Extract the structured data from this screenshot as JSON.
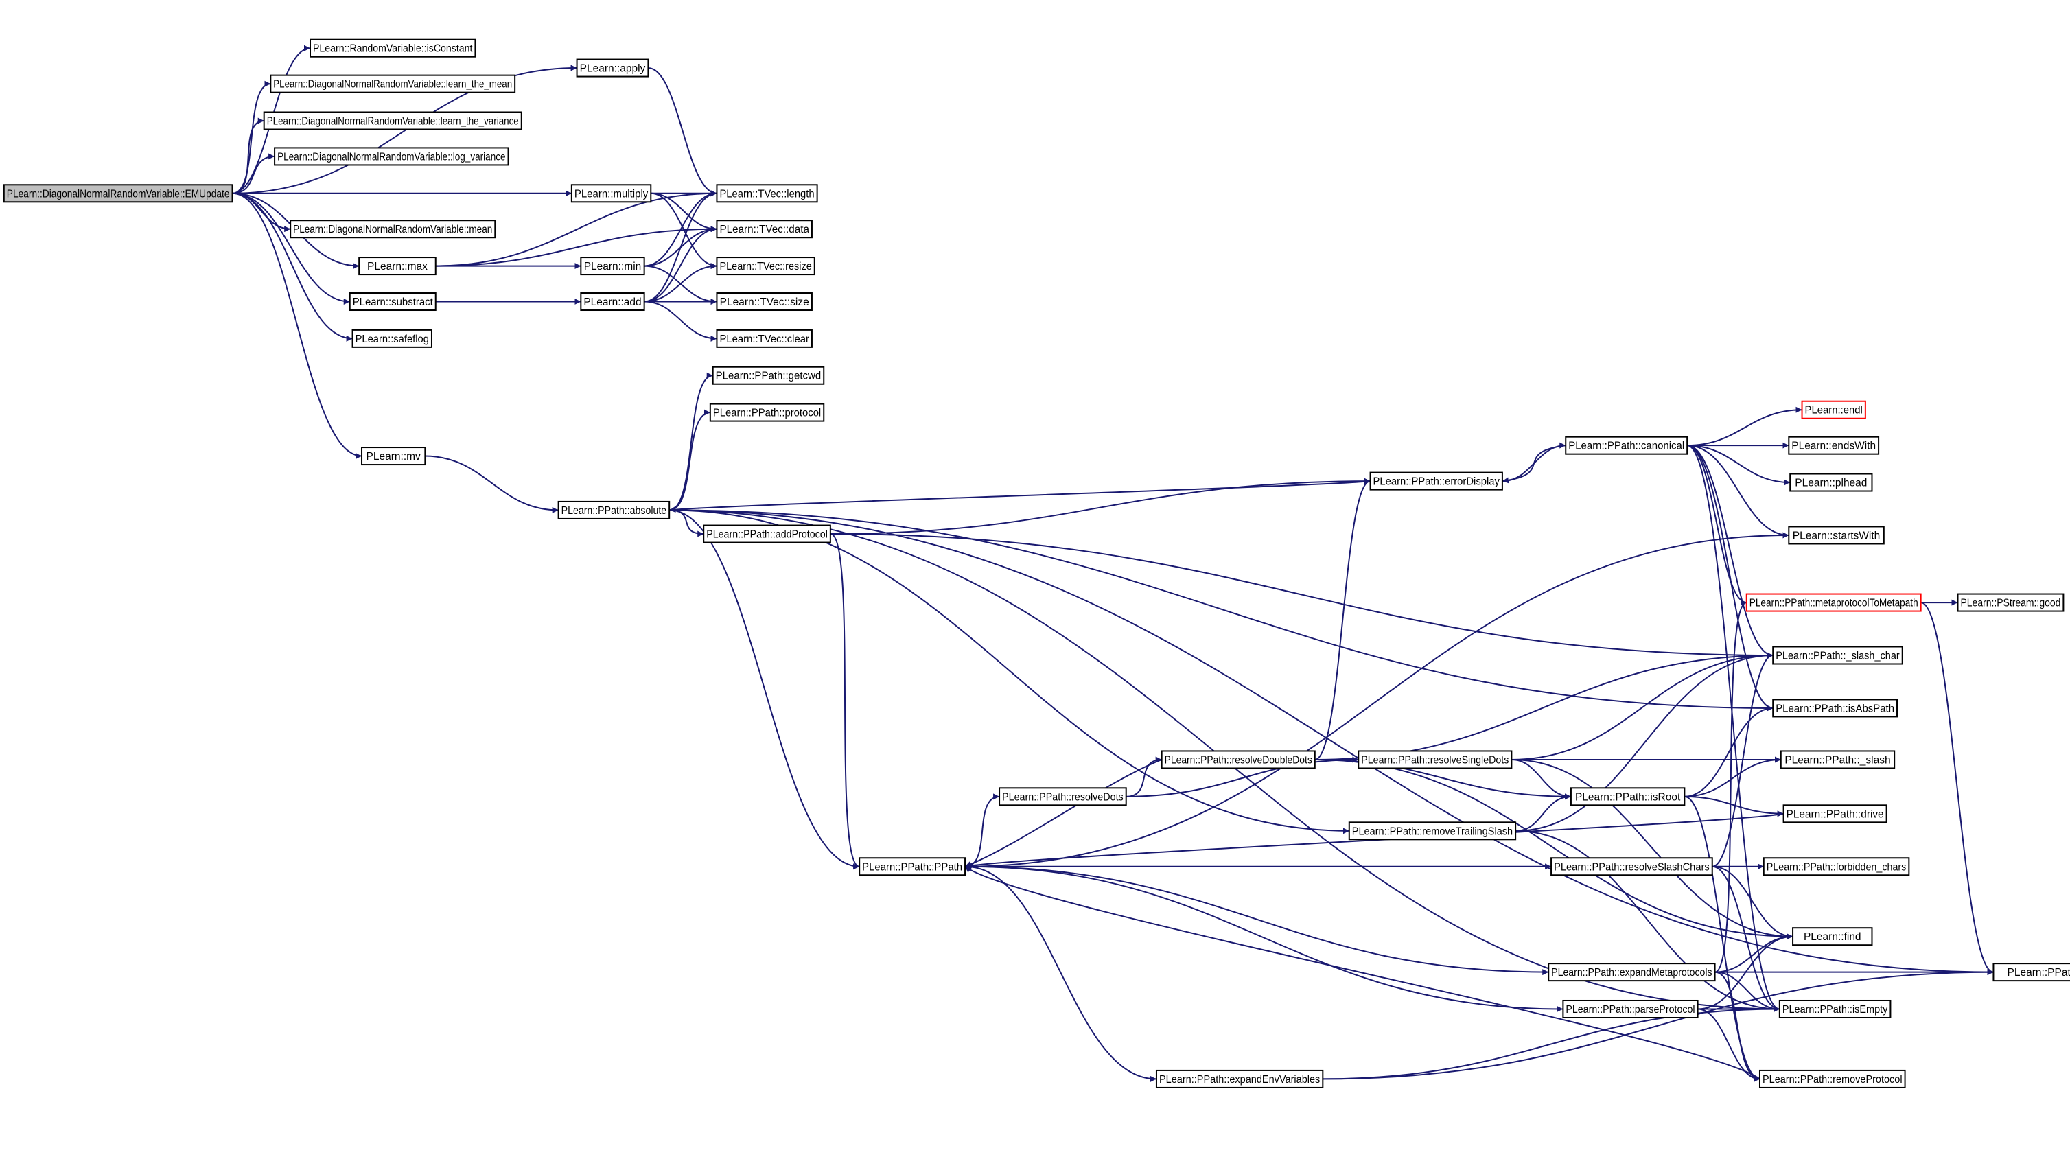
{
  "nodes": [
    {
      "id": "emupdate",
      "label": "PLearn::DiagonalNormalRandomVariable::EMUpdate",
      "style": "root"
    },
    {
      "id": "isconstant",
      "label": "PLearn::RandomVariable::isConstant"
    },
    {
      "id": "learnmean",
      "label": "PLearn::DiagonalNormalRandomVariable::learn_the_mean"
    },
    {
      "id": "learnvar",
      "label": "PLearn::DiagonalNormalRandomVariable::learn_the_variance"
    },
    {
      "id": "logvar",
      "label": "PLearn::DiagonalNormalRandomVariable::log_variance"
    },
    {
      "id": "mean",
      "label": "PLearn::DiagonalNormalRandomVariable::mean"
    },
    {
      "id": "max",
      "label": "PLearn::max"
    },
    {
      "id": "substract",
      "label": "PLearn::substract"
    },
    {
      "id": "safeflog",
      "label": "PLearn::safeflog"
    },
    {
      "id": "mv",
      "label": "PLearn::mv"
    },
    {
      "id": "apply",
      "label": "PLearn::apply"
    },
    {
      "id": "multiply",
      "label": "PLearn::multiply"
    },
    {
      "id": "min",
      "label": "PLearn::min"
    },
    {
      "id": "add",
      "label": "PLearn::add"
    },
    {
      "id": "length",
      "label": "PLearn::TVec::length"
    },
    {
      "id": "data",
      "label": "PLearn::TVec::data"
    },
    {
      "id": "resize",
      "label": "PLearn::TVec::resize"
    },
    {
      "id": "size",
      "label": "PLearn::TVec::size"
    },
    {
      "id": "clear",
      "label": "PLearn::TVec::clear"
    },
    {
      "id": "getcwd",
      "label": "PLearn::PPath::getcwd"
    },
    {
      "id": "protocol",
      "label": "PLearn::PPath::protocol"
    },
    {
      "id": "absolute",
      "label": "PLearn::PPath::absolute"
    },
    {
      "id": "addprotocol",
      "label": "PLearn::PPath::addProtocol"
    },
    {
      "id": "errordisplay",
      "label": "PLearn::PPath::errorDisplay"
    },
    {
      "id": "canonical",
      "label": "PLearn::PPath::canonical"
    },
    {
      "id": "endl",
      "label": "PLearn::endl",
      "style": "red"
    },
    {
      "id": "endswith",
      "label": "PLearn::endsWith"
    },
    {
      "id": "plhead",
      "label": "PLearn::plhead"
    },
    {
      "id": "startswith",
      "label": "PLearn::startsWith"
    },
    {
      "id": "metaproto",
      "label": "PLearn::PPath::metaprotocolToMetapath",
      "style": "red"
    },
    {
      "id": "good",
      "label": "PLearn::PStream::good"
    },
    {
      "id": "slashchar",
      "label": "PLearn::PPath::_slash_char"
    },
    {
      "id": "isabspath",
      "label": "PLearn::PPath::isAbsPath"
    },
    {
      "id": "slash",
      "label": "PLearn::PPath::_slash"
    },
    {
      "id": "resolvedoubledots",
      "label": "PLearn::PPath::resolveDoubleDots"
    },
    {
      "id": "resolvesingledots",
      "label": "PLearn::PPath::resolveSingleDots"
    },
    {
      "id": "resolvedots",
      "label": "PLearn::PPath::resolveDots"
    },
    {
      "id": "isroot",
      "label": "PLearn::PPath::isRoot"
    },
    {
      "id": "removetrailingslash",
      "label": "PLearn::PPath::removeTrailingSlash"
    },
    {
      "id": "drive",
      "label": "PLearn::PPath::drive"
    },
    {
      "id": "ppath",
      "label": "PLearn::PPath::PPath"
    },
    {
      "id": "resolveslashchars",
      "label": "PLearn::PPath::resolveSlashChars"
    },
    {
      "id": "forbiddenchars",
      "label": "PLearn::PPath::forbidden_chars"
    },
    {
      "id": "find",
      "label": "PLearn::find"
    },
    {
      "id": "expandmeta",
      "label": "PLearn::PPath::expandMetaprotocols"
    },
    {
      "id": "getenv",
      "label": "PLearn::PPath::getenv"
    },
    {
      "id": "parseprotocol",
      "label": "PLearn::PPath::parseProtocol"
    },
    {
      "id": "isempty",
      "label": "PLearn::PPath::isEmpty"
    },
    {
      "id": "expandenv",
      "label": "PLearn::PPath::expandEnvVariables"
    },
    {
      "id": "removeprotocol",
      "label": "PLearn::PPath::removeProtocol"
    }
  ],
  "edges": [
    [
      "emupdate",
      "apply"
    ],
    [
      "emupdate",
      "isconstant"
    ],
    [
      "emupdate",
      "learnmean"
    ],
    [
      "emupdate",
      "learnvar"
    ],
    [
      "emupdate",
      "logvar"
    ],
    [
      "emupdate",
      "multiply"
    ],
    [
      "emupdate",
      "mean"
    ],
    [
      "emupdate",
      "max"
    ],
    [
      "emupdate",
      "substract"
    ],
    [
      "emupdate",
      "safeflog"
    ],
    [
      "emupdate",
      "mv"
    ],
    [
      "apply",
      "length"
    ],
    [
      "multiply",
      "length"
    ],
    [
      "multiply",
      "data"
    ],
    [
      "multiply",
      "resize"
    ],
    [
      "max",
      "length"
    ],
    [
      "max",
      "data"
    ],
    [
      "max",
      "min"
    ],
    [
      "min",
      "length"
    ],
    [
      "min",
      "data"
    ],
    [
      "min",
      "size"
    ],
    [
      "substract",
      "add"
    ],
    [
      "add",
      "length"
    ],
    [
      "add",
      "data"
    ],
    [
      "add",
      "resize"
    ],
    [
      "add",
      "size"
    ],
    [
      "add",
      "clear"
    ],
    [
      "mv",
      "absolute"
    ],
    [
      "absolute",
      "getcwd"
    ],
    [
      "absolute",
      "protocol"
    ],
    [
      "absolute",
      "addprotocol"
    ],
    [
      "absolute",
      "ppath"
    ],
    [
      "absolute",
      "isabspath"
    ],
    [
      "absolute",
      "removetrailingslash"
    ],
    [
      "absolute",
      "isempty"
    ],
    [
      "absolute",
      "getenv"
    ],
    [
      "addprotocol",
      "errordisplay"
    ],
    [
      "addprotocol",
      "ppath"
    ],
    [
      "addprotocol",
      "slashchar"
    ],
    [
      "errordisplay",
      "absolute"
    ],
    [
      "errordisplay",
      "canonical"
    ],
    [
      "canonical",
      "errordisplay"
    ],
    [
      "canonical",
      "endl"
    ],
    [
      "canonical",
      "endswith"
    ],
    [
      "canonical",
      "plhead"
    ],
    [
      "canonical",
      "startswith"
    ],
    [
      "canonical",
      "metaproto"
    ],
    [
      "canonical",
      "slashchar"
    ],
    [
      "canonical",
      "isabspath"
    ],
    [
      "canonical",
      "isempty"
    ],
    [
      "metaproto",
      "good"
    ],
    [
      "metaproto",
      "getenv"
    ],
    [
      "ppath",
      "resolvedots"
    ],
    [
      "ppath",
      "resolveslashchars"
    ],
    [
      "ppath",
      "expandmeta"
    ],
    [
      "ppath",
      "parseprotocol"
    ],
    [
      "ppath",
      "expandenv"
    ],
    [
      "ppath",
      "startswith"
    ],
    [
      "resolvedots",
      "resolvedoubledots"
    ],
    [
      "resolvedots",
      "resolvesingledots"
    ],
    [
      "resolvedoubledots",
      "ppath"
    ],
    [
      "resolvedoubledots",
      "errordisplay"
    ],
    [
      "resolvedoubledots",
      "resolvesingledots"
    ],
    [
      "resolvedoubledots",
      "isroot"
    ],
    [
      "resolvedoubledots",
      "slashchar"
    ],
    [
      "resolvedoubledots",
      "slash"
    ],
    [
      "resolvedoubledots",
      "find"
    ],
    [
      "resolvesingledots",
      "isroot"
    ],
    [
      "resolvesingledots",
      "slashchar"
    ],
    [
      "resolvesingledots",
      "slash"
    ],
    [
      "resolvesingledots",
      "find"
    ],
    [
      "removetrailingslash",
      "isroot"
    ],
    [
      "removetrailingslash",
      "slashchar"
    ],
    [
      "removetrailingslash",
      "isempty"
    ],
    [
      "isroot",
      "slash"
    ],
    [
      "isroot",
      "isabspath"
    ],
    [
      "isroot",
      "drive"
    ],
    [
      "isroot",
      "removeprotocol"
    ],
    [
      "drive",
      "ppath"
    ],
    [
      "resolveslashchars",
      "forbiddenchars"
    ],
    [
      "resolveslashchars",
      "find"
    ],
    [
      "resolveslashchars",
      "slashchar"
    ],
    [
      "resolveslashchars",
      "isempty"
    ],
    [
      "expandmeta",
      "metaproto"
    ],
    [
      "expandmeta",
      "find"
    ],
    [
      "expandmeta",
      "getenv"
    ],
    [
      "expandmeta",
      "isempty"
    ],
    [
      "expandmeta",
      "removeprotocol"
    ],
    [
      "parseprotocol",
      "find"
    ],
    [
      "parseprotocol",
      "isempty"
    ],
    [
      "parseprotocol",
      "removeprotocol"
    ],
    [
      "expandenv",
      "isempty"
    ],
    [
      "expandenv",
      "getenv"
    ],
    [
      "removeprotocol",
      "ppath"
    ]
  ]
}
